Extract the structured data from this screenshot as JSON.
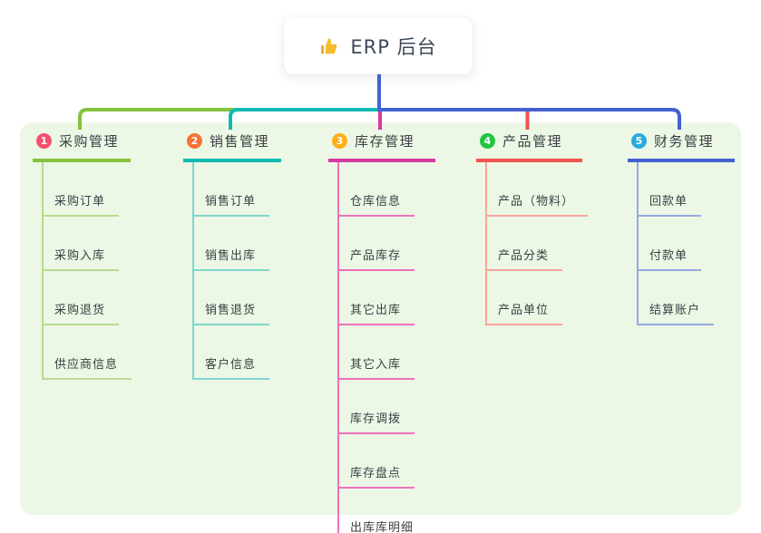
{
  "root": {
    "label": "ERP 后台",
    "icon": "thumbs-up-icon",
    "icon_color": "#F5BC2F",
    "text_color": "#3C4858"
  },
  "panel": {
    "background_color": "#ECF7E5"
  },
  "trunk_color": "#4361D2",
  "branches": [
    {
      "num": "1",
      "label": "采购管理",
      "badge_color": "#F2506E",
      "line_color": "#85C23D",
      "child_line_color": "#B7DC90",
      "children": [
        "采购订单",
        "采购入库",
        "采购退货",
        "供应商信息"
      ]
    },
    {
      "num": "2",
      "label": "销售管理",
      "badge_color": "#F77234",
      "line_color": "#10B9B0",
      "child_line_color": "#7FD6CE",
      "children": [
        "销售订单",
        "销售出库",
        "销售退货",
        "客户信息"
      ]
    },
    {
      "num": "3",
      "label": "库存管理",
      "badge_color": "#FFAE17",
      "line_color": "#D63A9E",
      "child_line_color": "#EF72BD",
      "children": [
        "仓库信息",
        "产品库存",
        "其它出库",
        "其它入库",
        "库存调拨",
        "库存盘点",
        "出库库明细"
      ]
    },
    {
      "num": "4",
      "label": "产品管理",
      "badge_color": "#23C343",
      "line_color": "#F0544F",
      "child_line_color": "#F8A49D",
      "children": [
        "产品（物料）",
        "产品分类",
        "产品单位"
      ]
    },
    {
      "num": "5",
      "label": "财务管理",
      "badge_color": "#29AAE1",
      "line_color": "#4361D2",
      "child_line_color": "#96A9E2",
      "children": [
        "回款单",
        "付款单",
        "结算账户"
      ]
    }
  ]
}
